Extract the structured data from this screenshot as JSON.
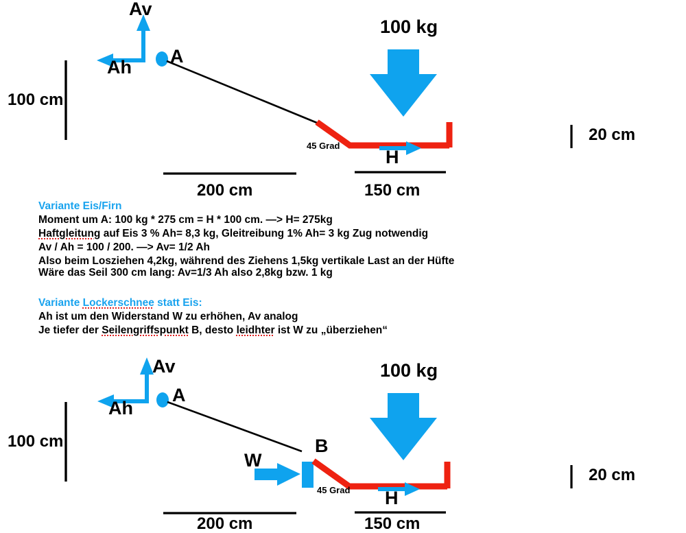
{
  "meta": {
    "colors": {
      "blue": "#0fa3ee",
      "red": "#ee2211",
      "black": "#000000",
      "heading_blue": "#19a3ee",
      "spell_underline": "#e02020",
      "background": "#ffffff"
    }
  },
  "diagram_top": {
    "label_av": "Av",
    "label_ah": "Ah",
    "label_a": "A",
    "label_load": "100 kg",
    "label_h": "H",
    "label_angle": "45 Grad",
    "dim_height": "100 cm",
    "dim_rope": "200 cm",
    "dim_sled": "150 cm",
    "dim_depth": "20 cm"
  },
  "diagram_bottom": {
    "label_av": "Av",
    "label_ah": "Ah",
    "label_a": "A",
    "label_b": "B",
    "label_w": "W",
    "label_load": "100 kg",
    "label_h": "H",
    "label_angle": "45 Grad",
    "dim_height": "100 cm",
    "dim_rope": "200 cm",
    "dim_sled": "150 cm",
    "dim_depth": "20 cm"
  },
  "notes": {
    "block1": {
      "heading": "Variante Eis/Firn",
      "lines": [
        "Moment um A:  100 kg * 275 cm = H * 100 cm.   —> H= 275kg",
        "Haftgleitung auf Eis 3 % Ah= 8,3 kg, Gleitreibung 1% Ah= 3 kg Zug notwendig",
        "Av / Ah = 100 / 200.   —> Av= 1/2 Ah",
        "Also beim Losziehen 4,2kg, während des Ziehens 1,5kg vertikale Last an der Hüfte"
      ]
    },
    "block2": {
      "line": "Wäre das Seil 300 cm lang: Av=1/3 Ah also 2,8kg bzw. 1 kg"
    },
    "block3": {
      "heading_a": "Variante ",
      "heading_b": "Lockerschnee",
      "heading_c": " statt Eis:",
      "lines": [
        "Ah ist um den Widerstand W zu erhöhen, Av analog"
      ],
      "line_last_a": "Je tiefer der ",
      "line_last_b": "Seilengriffspunkt",
      "line_last_c": " B, desto ",
      "line_last_d": "leidhter",
      "line_last_e": " ist W zu „überziehen“"
    }
  }
}
